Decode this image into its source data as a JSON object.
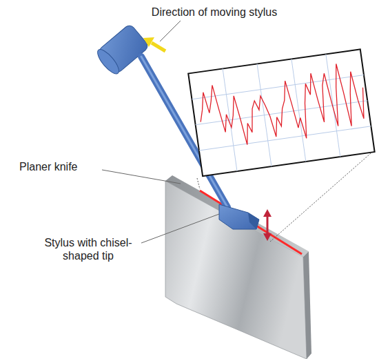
{
  "diagram": {
    "labels": [
      "Direction of moving stylus",
      "Planer knife",
      "Stylus with chisel-shaped tip"
    ]
  }
}
